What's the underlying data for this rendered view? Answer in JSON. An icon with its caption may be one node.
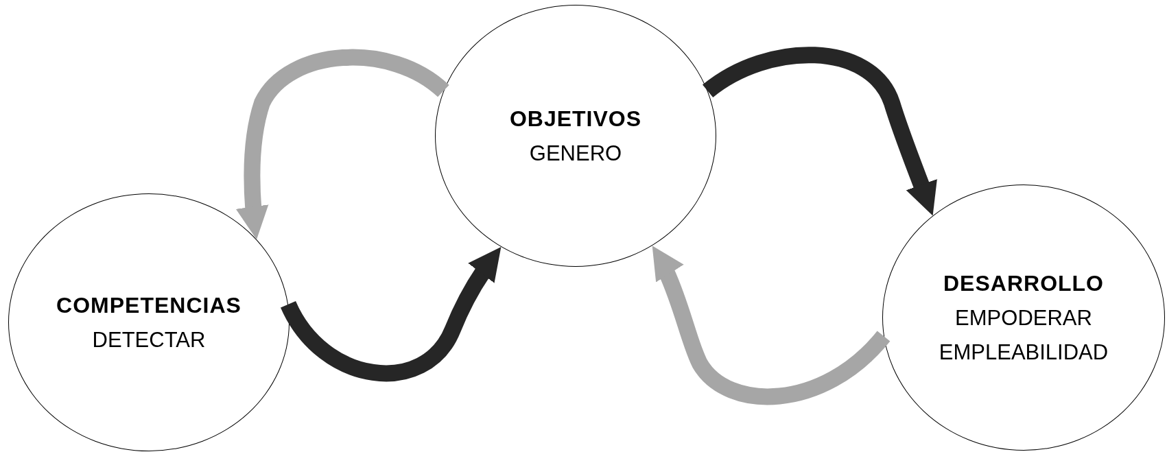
{
  "diagram": {
    "nodes": [
      {
        "text": [
          "OBJETIVOS",
          "GENERO"
        ]
      },
      {
        "text": [
          "COMPETENCIAS",
          "DETECTAR"
        ]
      },
      {
        "text": [
          "DESARROLLO",
          "EMPODERAR",
          "EMPLEABILIDAD"
        ]
      }
    ],
    "edges": [
      {
        "from": 0,
        "to": 1,
        "arrow": "to",
        "color": "#a6a6a6"
      },
      {
        "from": 1,
        "to": 0,
        "arrow": "to",
        "color": "#262626"
      },
      {
        "from": 0,
        "to": 2,
        "arrow": "to",
        "color": "#262626"
      },
      {
        "from": 2,
        "to": 0,
        "arrow": "to",
        "color": "#a6a6a6"
      }
    ]
  }
}
